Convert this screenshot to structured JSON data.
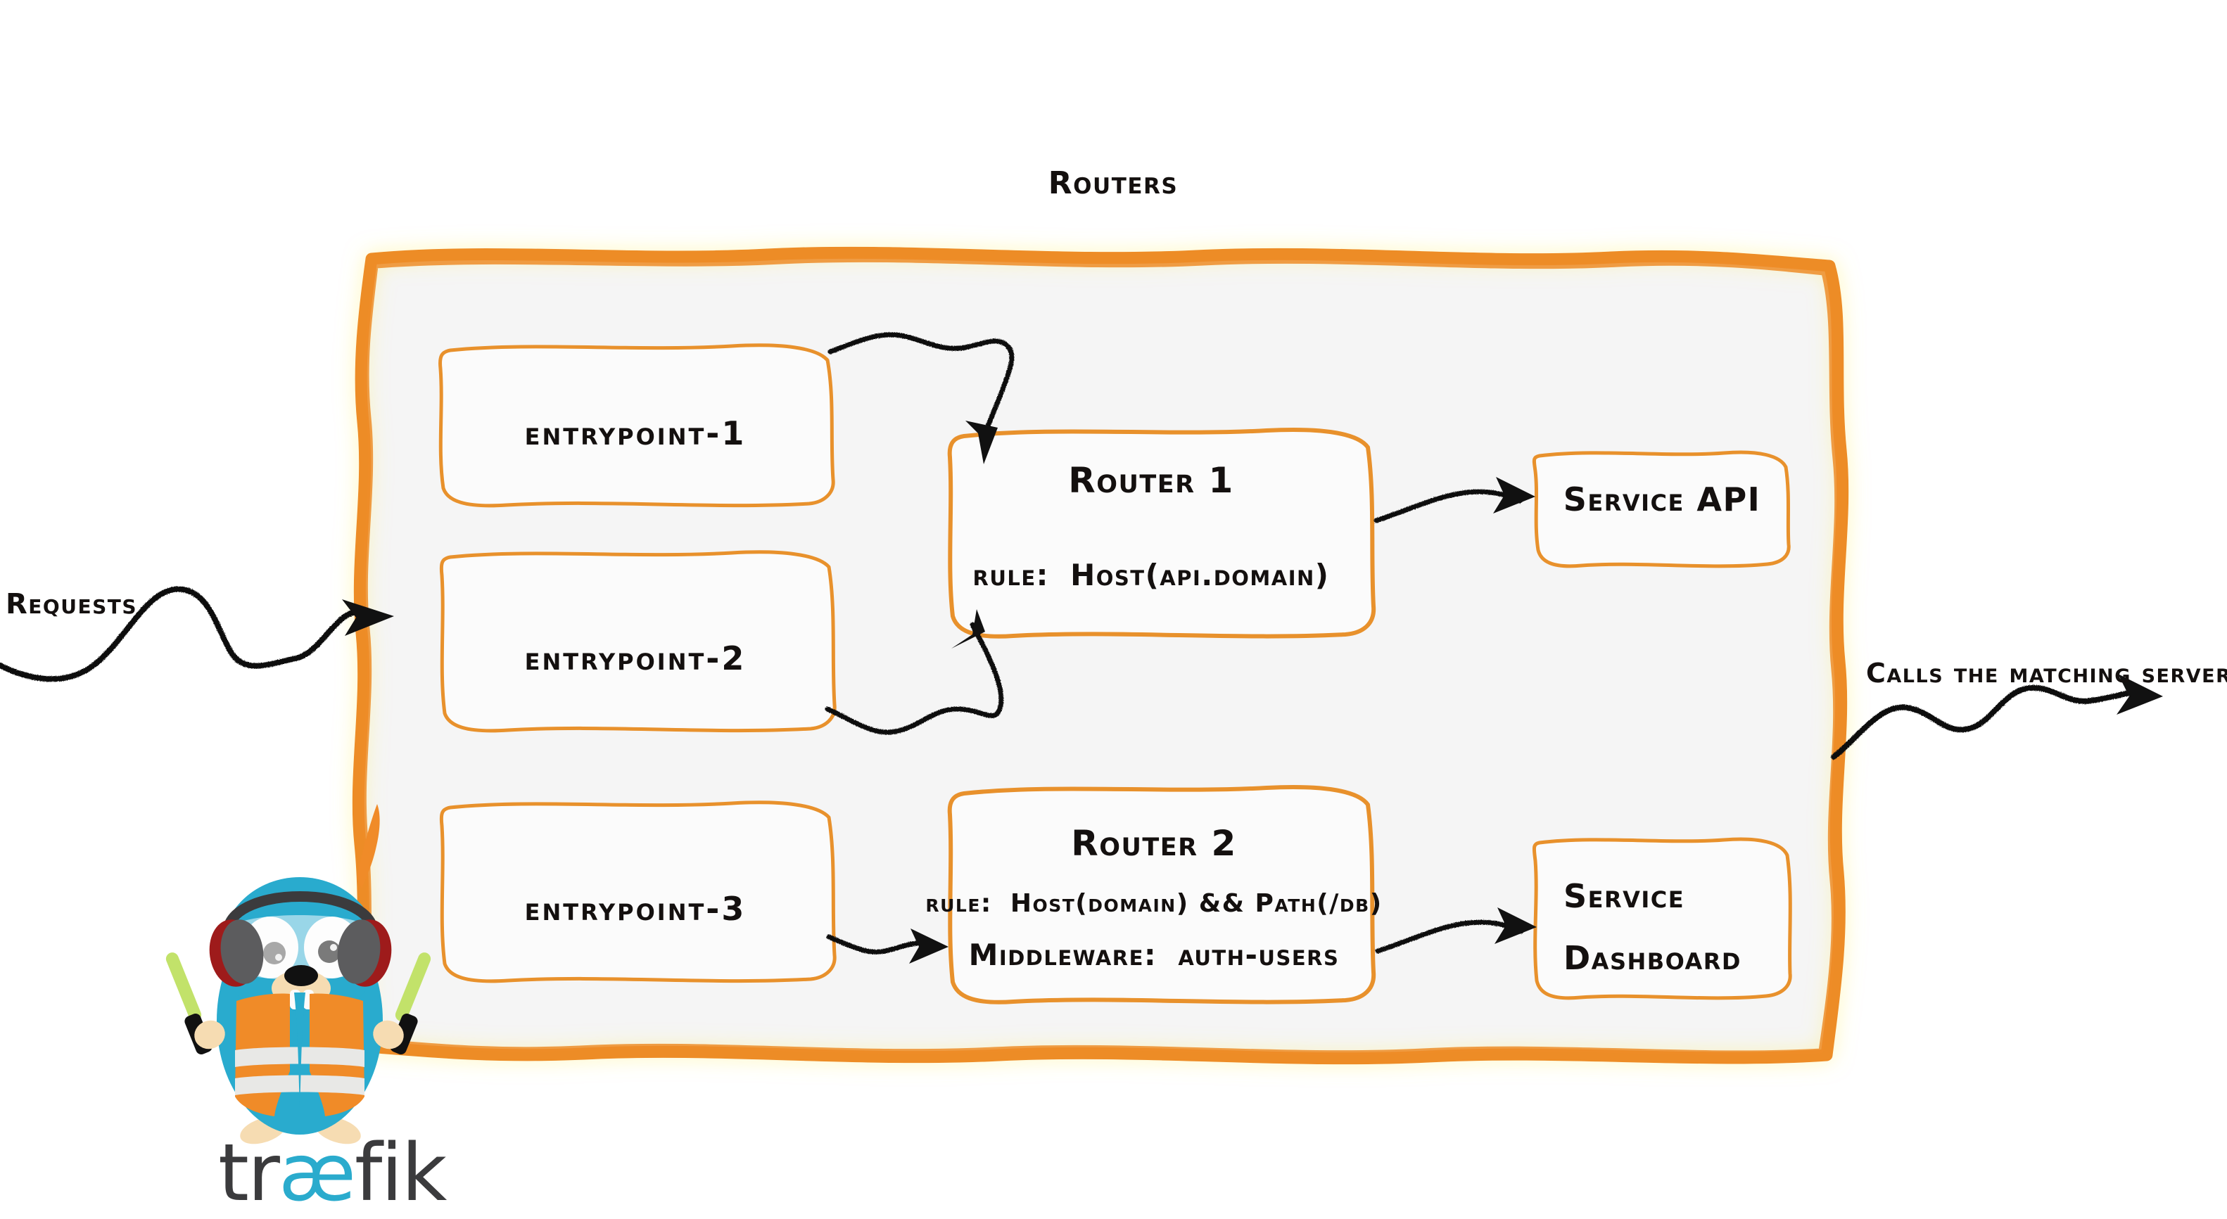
{
  "diagram": {
    "title": "Routers",
    "brand": {
      "wordmark_pre": "tr",
      "wordmark_ae": "æ",
      "wordmark_post": "fik",
      "mascot_name": "traefik-gopher-mascot"
    },
    "colors": {
      "brand_orange": "#ED8C28",
      "box_stroke": "#E8912C",
      "container_fill": "#F5F5F5",
      "box_fill": "#FBFBFB",
      "ink": "#14100f",
      "gopher_cyan": "#29ABCE",
      "gopher_vest": "#F08B28",
      "gopher_stripe": "#E8E8E6",
      "gopher_headphone": "#3B3B3D",
      "gopher_headphone_accent": "#9E1B1B",
      "gopher_wand": "#C2E26A",
      "gopher_skin": "#F6DCB2"
    }
  },
  "left_flow": {
    "label": "Requests",
    "arrow": "wavy-arrow-right"
  },
  "right_flow": {
    "label": "Calls the matching server",
    "arrow": "wavy-arrow-right"
  },
  "entrypoints": [
    {
      "id": "entrypoint-1",
      "label": "entrypoint-1"
    },
    {
      "id": "entrypoint-2",
      "label": "entrypoint-2"
    },
    {
      "id": "entrypoint-3",
      "label": "entrypoint-3"
    }
  ],
  "routers": [
    {
      "id": "router-1",
      "title": "Router 1",
      "rule_prefix": "rule:",
      "rule_value": "Host(api.domain)",
      "middleware_prefix": "",
      "middleware_value": ""
    },
    {
      "id": "router-2",
      "title": "Router 2",
      "rule_prefix": "rule:",
      "rule_value": "Host(domain) && Path(/db)",
      "middleware_prefix": "Middleware:",
      "middleware_value": "auth-users"
    }
  ],
  "services": [
    {
      "id": "service-api",
      "line1": "Service API",
      "line2": ""
    },
    {
      "id": "service-dashboard",
      "line1": "Service",
      "line2": "Dashboard"
    }
  ],
  "connections": [
    {
      "from": "entrypoint-1",
      "to": "router-1",
      "style": "curved-arrow"
    },
    {
      "from": "entrypoint-2",
      "to": "router-1",
      "style": "curved-arrow"
    },
    {
      "from": "entrypoint-3",
      "to": "router-2",
      "style": "short-arrow"
    },
    {
      "from": "router-1",
      "to": "service-api",
      "style": "curved-arrow"
    },
    {
      "from": "router-2",
      "to": "service-dashboard",
      "style": "curved-arrow"
    }
  ]
}
